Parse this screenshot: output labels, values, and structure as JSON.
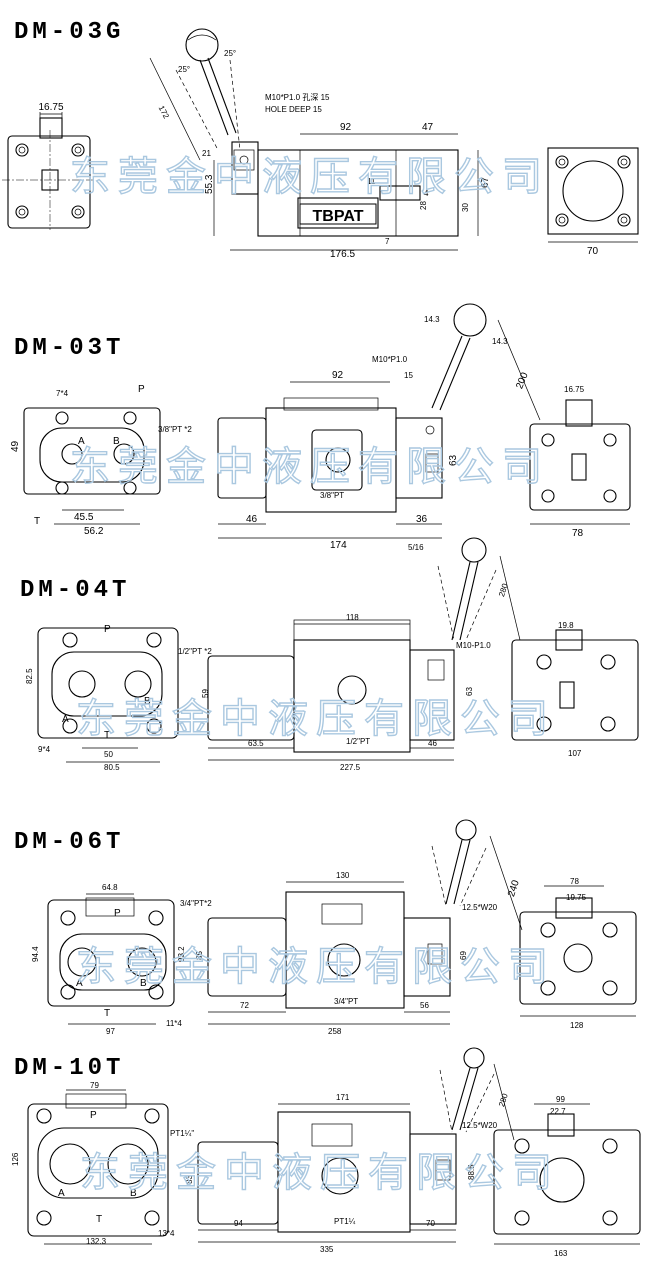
{
  "watermark": "东莞金中液压有限公司",
  "models": [
    {
      "id": "dm03g",
      "title": "DM-03G",
      "dims": {
        "top_width": "16.75",
        "angle_left": "25°",
        "angle_right": "25°",
        "lever": "172",
        "thread_cn": "M10*P1.0 孔深 15",
        "thread_en": "HOLE DEEP 15",
        "body_len": "92",
        "right_len": "47",
        "pin": "21",
        "height": "55.3",
        "slot": "11",
        "small": "4",
        "h1": "28",
        "h2": "30",
        "h3": "67",
        "nameplate": "TBPAT",
        "gap": "7",
        "total": "176.5",
        "side_width": "70"
      }
    },
    {
      "id": "dm03t",
      "title": "DM-03T",
      "dims": {
        "holes": "7*4",
        "p": "P",
        "a": "A",
        "b": "B",
        "t": "T",
        "port": "3/8\"PT *2",
        "h": "49",
        "w1": "45.5",
        "w2": "56.2",
        "body": "92",
        "thread": "M10*P1.0",
        "depth": "15",
        "angle1": "14.3",
        "angle2": "14.3",
        "lever": "200",
        "bottom_port": "3/8\"PT",
        "hgt": "63",
        "left": "46",
        "total": "174",
        "right": "36",
        "slot": "5/16",
        "side_top": "16.75",
        "side_w": "78"
      }
    },
    {
      "id": "dm04t",
      "title": "DM-04T",
      "dims": {
        "p": "P",
        "a": "A",
        "b": "B",
        "t": "T",
        "port": "1/2\"PT *2",
        "h": "82.5",
        "holes": "9*4",
        "w1": "50",
        "w2": "80.5",
        "body": "118",
        "h_body": "59",
        "thread": "M10-P1.0",
        "lever": "280",
        "hgt": "63",
        "bottom_port": "1/2\"PT",
        "left": "63.5",
        "total": "227.5",
        "right": "46",
        "side_top": "19.8",
        "side_w": "107"
      }
    },
    {
      "id": "dm06t",
      "title": "DM-06T",
      "dims": {
        "top_w": "64.8",
        "port": "3/4\"PT*2",
        "p": "P",
        "a": "A",
        "b": "B",
        "t": "T",
        "h1": "94.4",
        "h2": "93.2",
        "holes": "11*4",
        "w": "97",
        "body": "130",
        "thread": "12.5*W20",
        "lever": "240",
        "h_body": "85",
        "hgt": "69",
        "bottom_port": "3/4\"PT",
        "left": "72",
        "total": "258",
        "right": "56",
        "side_w1": "78",
        "side_w2": "19.75",
        "side_w": "128"
      }
    },
    {
      "id": "dm10t",
      "title": "DM-10T",
      "dims": {
        "top_w": "79",
        "port": "PT1¼\"",
        "p": "P",
        "a": "A",
        "b": "B",
        "t": "T",
        "h": "126",
        "holes": "13*4",
        "w": "132.3",
        "body": "171",
        "thread": "12.5*W20",
        "lever": "280",
        "h_body": "83",
        "hgt": "88.5",
        "bottom_port": "PT1¼",
        "left": "94",
        "total": "335",
        "right": "70",
        "side_w1": "99",
        "side_w2": "22.7",
        "side_w": "163"
      }
    }
  ]
}
